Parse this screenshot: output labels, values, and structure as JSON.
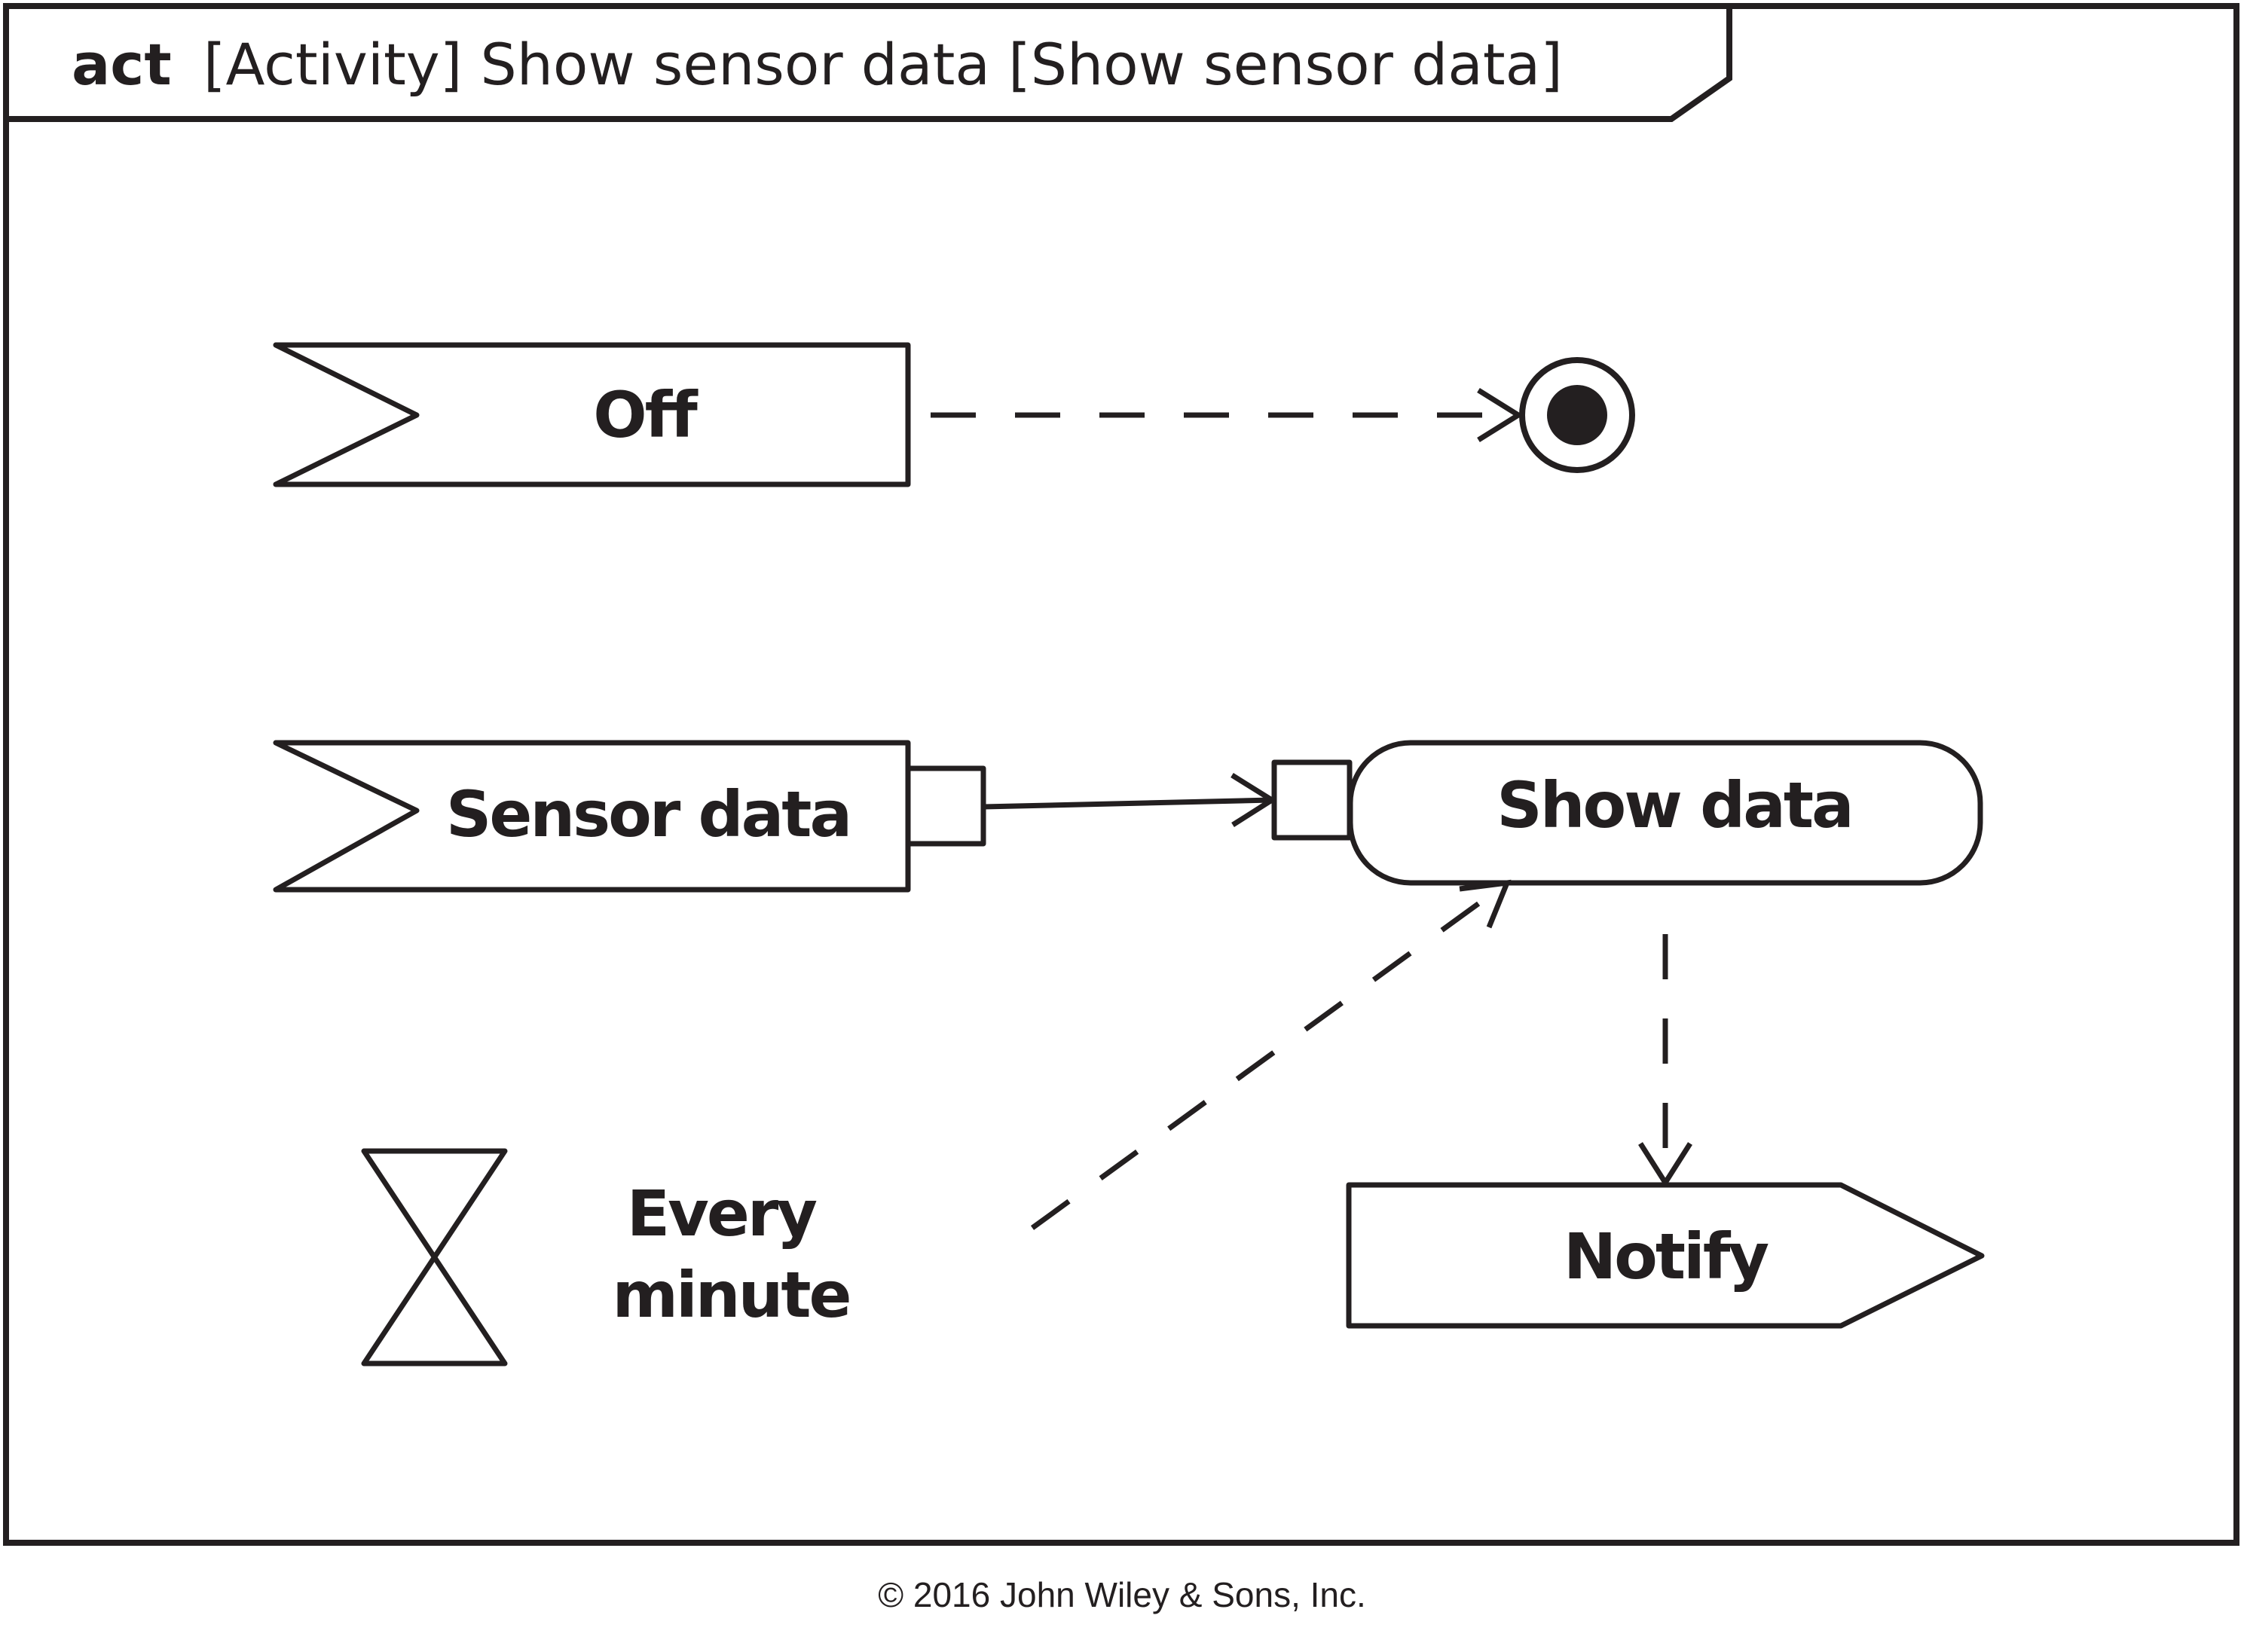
{
  "frame": {
    "keyword": "act",
    "title": "[Activity] Show sensor data [Show sensor data]"
  },
  "nodes": {
    "off": "Off",
    "sensor_data": "Sensor data",
    "show_data": "Show data",
    "time_event_line1": "Every",
    "time_event_line2": "minute",
    "notify": "Notify"
  },
  "copyright": "© 2016 John Wiley & Sons, Inc."
}
